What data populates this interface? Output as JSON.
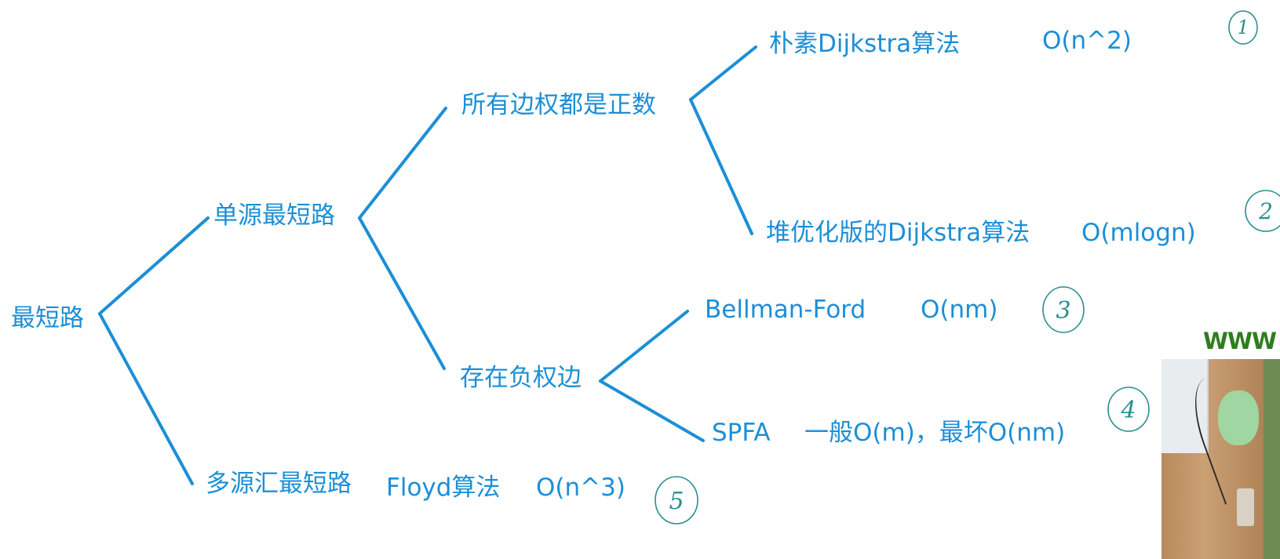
{
  "colors": {
    "accent": "#1c8fd6",
    "marker": "#2a8f8f"
  },
  "nodes": {
    "root": "最短路",
    "single_source": "单源最短路",
    "multi_source": "多源汇最短路",
    "all_positive": "所有边权都是正数",
    "has_negative": "存在负权边"
  },
  "algorithms": {
    "naive_dijkstra": {
      "name": "朴素Dijkstra算法",
      "complexity": "O(n^2)",
      "marker": "1"
    },
    "heap_dijkstra": {
      "name": "堆优化版的Dijkstra算法",
      "complexity": "O(mlogn)",
      "marker": "2"
    },
    "bellman_ford": {
      "name": "Bellman-Ford",
      "complexity": "O(nm)",
      "marker": "3"
    },
    "spfa": {
      "name": "SPFA",
      "complexity": "一般O(m)，最坏O(nm)",
      "marker": "4"
    },
    "floyd": {
      "name": "Floyd算法",
      "complexity": "O(n^3)",
      "marker": "5"
    }
  },
  "overlay": {
    "watermark_text": "WWW"
  }
}
